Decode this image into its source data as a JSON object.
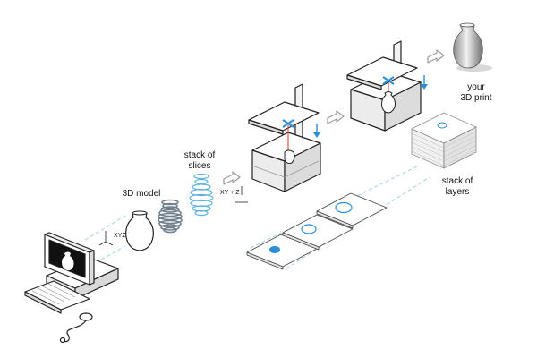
{
  "labels": {
    "model": "3D model",
    "slices_line1": "stack of",
    "slices_line2": "slices",
    "layers_line1": "stack of",
    "layers_line2": "layers",
    "print_line1": "your",
    "print_line2": "3D print",
    "axis_model": "XYZ",
    "axis_slices": "XY + Z"
  },
  "colors": {
    "accent": "#2b8fd6",
    "dashed": "#9fcfe6",
    "outline": "#222222",
    "laser": "#d23a2a",
    "arrow_gray": "#9a9a9a"
  },
  "icons": [
    "computer-icon",
    "vase-icon",
    "sliced-vase-icon",
    "printer-icon",
    "layer-sheet-icon",
    "printed-vase-icon",
    "arrow-icon"
  ]
}
